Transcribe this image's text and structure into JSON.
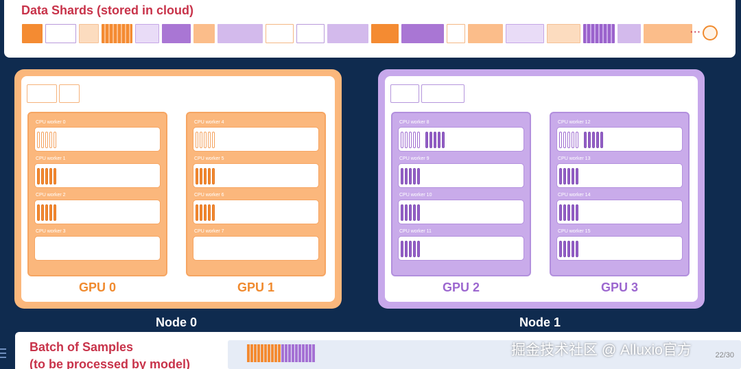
{
  "shards": {
    "title": "Data Shards (stored in cloud)",
    "more": "···",
    "items": [
      {
        "style": "dark-orange",
        "w": 30
      },
      {
        "style": "empty-purple",
        "w": 45
      },
      {
        "style": "pale-orange",
        "w": 29
      },
      {
        "style": "striped-orange",
        "w": 45
      },
      {
        "style": "pale-purple",
        "w": 35
      },
      {
        "style": "dark-purple",
        "w": 42
      },
      {
        "style": "light-orange",
        "w": 31
      },
      {
        "style": "light-purple",
        "w": 66
      },
      {
        "style": "empty-orange",
        "w": 41
      },
      {
        "style": "empty-purple",
        "w": 41
      },
      {
        "style": "light-purple",
        "w": 60
      },
      {
        "style": "dark-orange",
        "w": 40
      },
      {
        "style": "dark-purple",
        "w": 62
      },
      {
        "style": "empty-orange",
        "w": 27
      },
      {
        "style": "light-orange",
        "w": 51
      },
      {
        "style": "pale-purple",
        "w": 56
      },
      {
        "style": "pale-orange",
        "w": 49
      },
      {
        "style": "striped-purple",
        "w": 46
      },
      {
        "style": "light-purple",
        "w": 34
      },
      {
        "style": "light-orange",
        "w": 71
      }
    ]
  },
  "nodes": [
    {
      "label": "Node 0"
    },
    {
      "label": "Node 1"
    }
  ],
  "gpus": [
    {
      "label": "GPU 0",
      "workers": [
        {
          "name": "CPU worker 0",
          "bars": [
            "oo",
            "oo",
            "oo",
            "oo",
            "oo"
          ]
        },
        {
          "name": "CPU worker 1",
          "bars": [
            "of",
            "of",
            "of",
            "of",
            "of"
          ]
        },
        {
          "name": "CPU worker 2",
          "bars": [
            "of",
            "of",
            "of",
            "of",
            "of"
          ]
        },
        {
          "name": "CPU worker 3",
          "bars": []
        }
      ]
    },
    {
      "label": "GPU 1",
      "workers": [
        {
          "name": "CPU worker 4",
          "bars": [
            "oo",
            "oo",
            "oo",
            "oo",
            "oo"
          ]
        },
        {
          "name": "CPU worker 5",
          "bars": [
            "of",
            "of",
            "of",
            "of",
            "of"
          ]
        },
        {
          "name": "CPU worker 6",
          "bars": [
            "of",
            "of",
            "of",
            "of",
            "of"
          ]
        },
        {
          "name": "CPU worker 7",
          "bars": []
        }
      ]
    },
    {
      "label": "GPU 2",
      "workers": [
        {
          "name": "CPU worker 8",
          "bars": [
            "po",
            "po",
            "po",
            "po",
            "po",
            "gap",
            "pf",
            "pf",
            "pf",
            "pf",
            "pf"
          ]
        },
        {
          "name": "CPU worker 9",
          "bars": [
            "pf",
            "pf",
            "pf",
            "pf",
            "pf"
          ]
        },
        {
          "name": "CPU worker 10",
          "bars": [
            "pf",
            "pf",
            "pf",
            "pf",
            "pf"
          ]
        },
        {
          "name": "CPU worker 11",
          "bars": [
            "pf",
            "pf",
            "pf",
            "pf",
            "pf"
          ]
        }
      ]
    },
    {
      "label": "GPU 3",
      "workers": [
        {
          "name": "CPU worker 12",
          "bars": [
            "po",
            "po",
            "po",
            "po",
            "po",
            "gap",
            "pf",
            "pf",
            "pf",
            "pf",
            "pf"
          ]
        },
        {
          "name": "CPU worker 13",
          "bars": [
            "pf",
            "pf",
            "pf",
            "pf",
            "pf"
          ]
        },
        {
          "name": "CPU worker 14",
          "bars": [
            "pf",
            "pf",
            "pf",
            "pf",
            "pf"
          ]
        },
        {
          "name": "CPU worker 15",
          "bars": [
            "pf",
            "pf",
            "pf",
            "pf",
            "pf"
          ]
        }
      ]
    }
  ],
  "batch": {
    "title_line1": "Batch of Samples",
    "title_line2": "(to be processed by model)",
    "orange_count": 10,
    "purple_count": 10,
    "page": "22/30"
  },
  "watermark": "掘金技术社区 @ Alluxio官方"
}
